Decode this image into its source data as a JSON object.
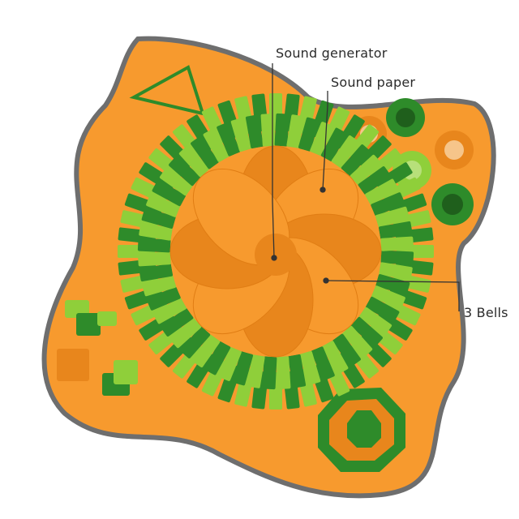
{
  "image": {
    "subject": "snuffle-mat",
    "colors": {
      "orange": "#f79a2e",
      "orange_dark": "#e8861c",
      "green_dark": "#2e8b2a",
      "green_light": "#8fcf3a",
      "border_gray": "#6e6e6e",
      "background": "#ffffff"
    }
  },
  "callouts": [
    {
      "id": "sound-generator",
      "label": "Sound generator"
    },
    {
      "id": "sound-paper",
      "label": "Sound paper"
    },
    {
      "id": "bells",
      "label": "3 Bells"
    }
  ]
}
